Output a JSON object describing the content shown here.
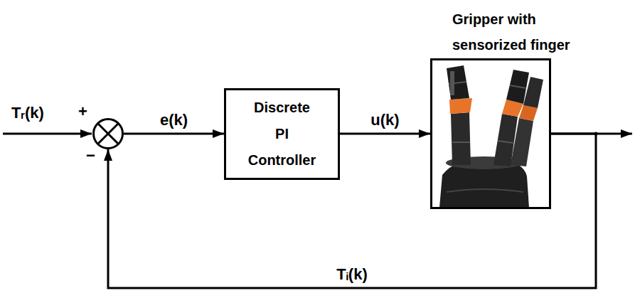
{
  "diagram": {
    "nodes": [
      {
        "text": [
          "+",
          "−"
        ]
      },
      {
        "text": [
          "Discrete PI Controller"
        ]
      },
      {
        "text": [
          "Gripper with sensorized finger"
        ]
      }
    ],
    "edges": [
      {
        "from": 0,
        "to": 1,
        "arrow": "to",
        "label": "e(k)"
      },
      {
        "from": 1,
        "to": 2,
        "arrow": "to",
        "label": "u(k)"
      },
      {
        "from": 2,
        "to": 0,
        "arrow": "to",
        "label": "Tᵢ(k)"
      }
    ],
    "labels": [
      "Tᵣ(k)"
    ]
  }
}
